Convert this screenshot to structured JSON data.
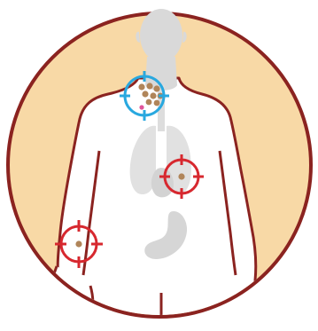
{
  "colors": {
    "background": "#ffffff",
    "disc_fill": "#f8d9a6",
    "disc_stroke": "#8b2320",
    "body_fill": "#ffffff",
    "body_stroke": "#8b2320",
    "head_neck": "#d9d9d9",
    "organ": "#dddddd",
    "primary_target": "#d7282f",
    "metastasis_target": "#29a8df",
    "spot": "#b0855a",
    "spot_pink": "#e0559b"
  },
  "targets": [
    {
      "id": "neck",
      "type": "metastasis-target",
      "icon": "crosshair-icon"
    },
    {
      "id": "lung",
      "type": "primary-target",
      "icon": "crosshair-icon"
    },
    {
      "id": "hand",
      "type": "primary-target",
      "icon": "crosshair-icon"
    }
  ]
}
